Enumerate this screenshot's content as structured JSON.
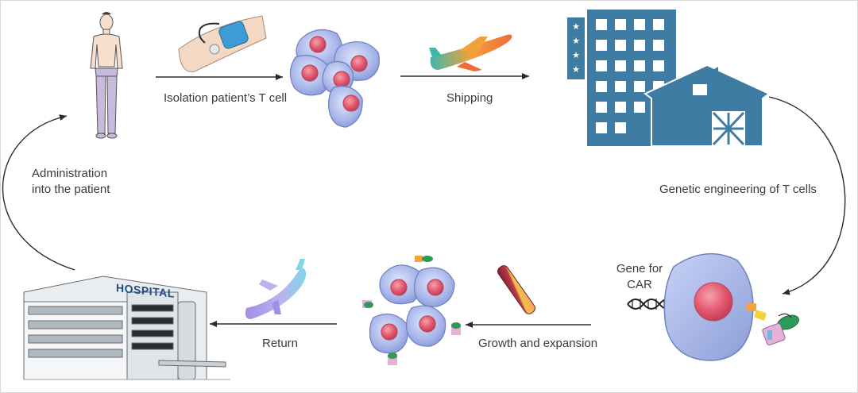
{
  "labels": {
    "isolation": "Isolation patient’s T cell",
    "shipping": "Shipping",
    "genetic_engineering": "Genetic engineering of T cells",
    "gene_for_car_line1": "Gene for",
    "gene_for_car_line2": "CAR",
    "growth_expansion": "Growth and expansion",
    "return": "Return",
    "administration_line1": "Administration",
    "administration_line2": "into the patient",
    "hospital_sign": "HOSPITAL"
  },
  "colors": {
    "factory_blue": "#3f7ca4",
    "cell_membrane": "#a9b9e6",
    "cell_nucleus": "#e45a70",
    "arrow": "#2a2a2a",
    "label_text": "#3a3a3a"
  }
}
